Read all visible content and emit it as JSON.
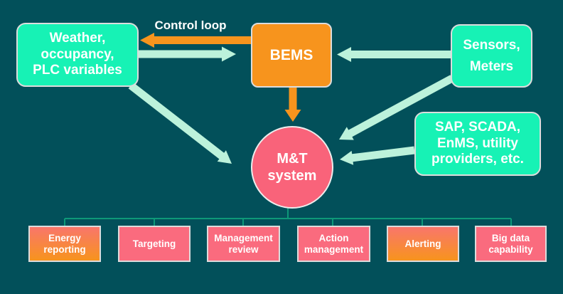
{
  "colors": {
    "bg": "#02505A",
    "mint": "#17F2B5",
    "arrow": "#BCF2DB",
    "orange": "#F7941D",
    "orange_soft": "#F9766B",
    "pink": "#F9637A",
    "pink_box": "#FA6B7E",
    "connector": "#0E9878",
    "border": "#DCDCDC",
    "text": "#FFFFFF"
  },
  "diagram": {
    "control_loop_label": "Control loop",
    "nodes": {
      "weather_box": "Weather,\noccupancy,\nPLC variables",
      "bems_box": "BEMS",
      "sensors_box": "Sensors,\nMeters",
      "sap_box": "SAP, SCADA,\nEnMS, utility\nproviders, etc.",
      "mt_circle": "M&T\nsystem"
    },
    "capabilities": [
      {
        "label": "Energy\nreporting"
      },
      {
        "label": "Targeting"
      },
      {
        "label": "Management\nreview"
      },
      {
        "label": "Action\nmanagement"
      },
      {
        "label": "Alerting"
      },
      {
        "label": "Big data\ncapability"
      }
    ]
  }
}
